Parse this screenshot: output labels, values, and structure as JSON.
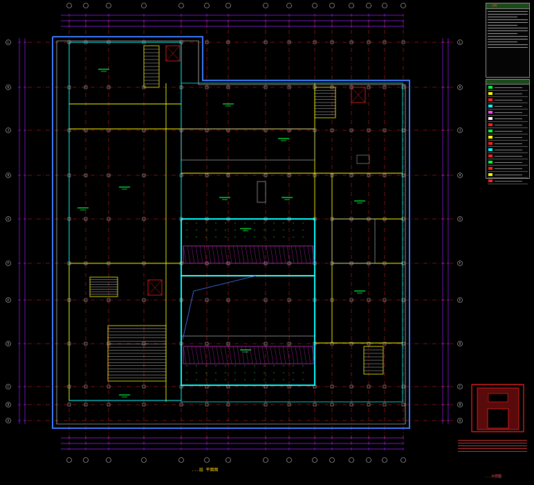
{
  "drawing": {
    "plan_title": "...层 平面图",
    "detail_title": "...大样图",
    "column_grid_letters": [
      "A",
      "A",
      "B",
      "C",
      "D",
      "E",
      "F",
      "G",
      "H",
      "J",
      "K",
      "L"
    ],
    "colors": {
      "background": "#000000",
      "wall": "#00ffff",
      "partition": "#ffff00",
      "axis": "#ff2020",
      "dimension": "#a020ff",
      "text": "#00ff40",
      "hatch": "#ff40ff",
      "detail": "#ff2020",
      "outline": "#3a7bff"
    }
  },
  "notes_panel": {
    "title": "...说明"
  },
  "legend_panel": {
    "title": "..."
  }
}
